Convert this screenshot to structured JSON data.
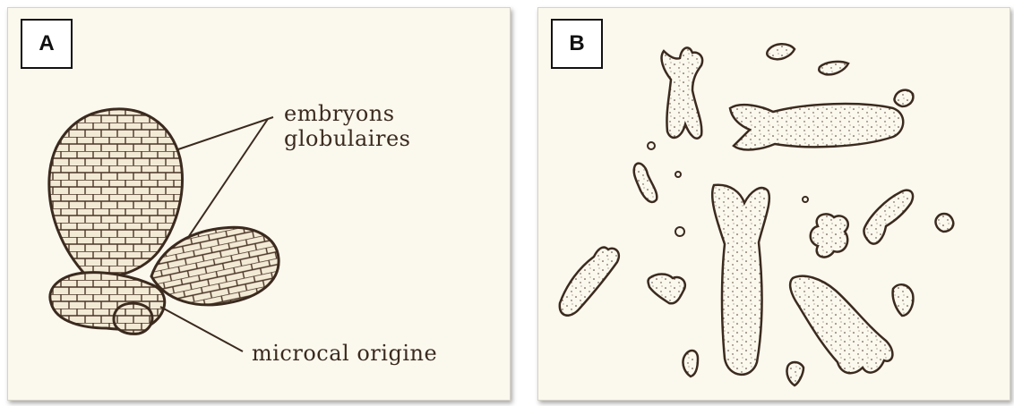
{
  "panel_a": {
    "letter": "A",
    "labels": {
      "embryons": "embryons",
      "globulaires": "globulaires",
      "microcal_origine": "microcal origine"
    }
  },
  "panel_b": {
    "letter": "B"
  },
  "colors": {
    "panel_background": "#fbf8ee",
    "ink": "#3b2a1e",
    "cell_fill": "#f3ead6"
  }
}
